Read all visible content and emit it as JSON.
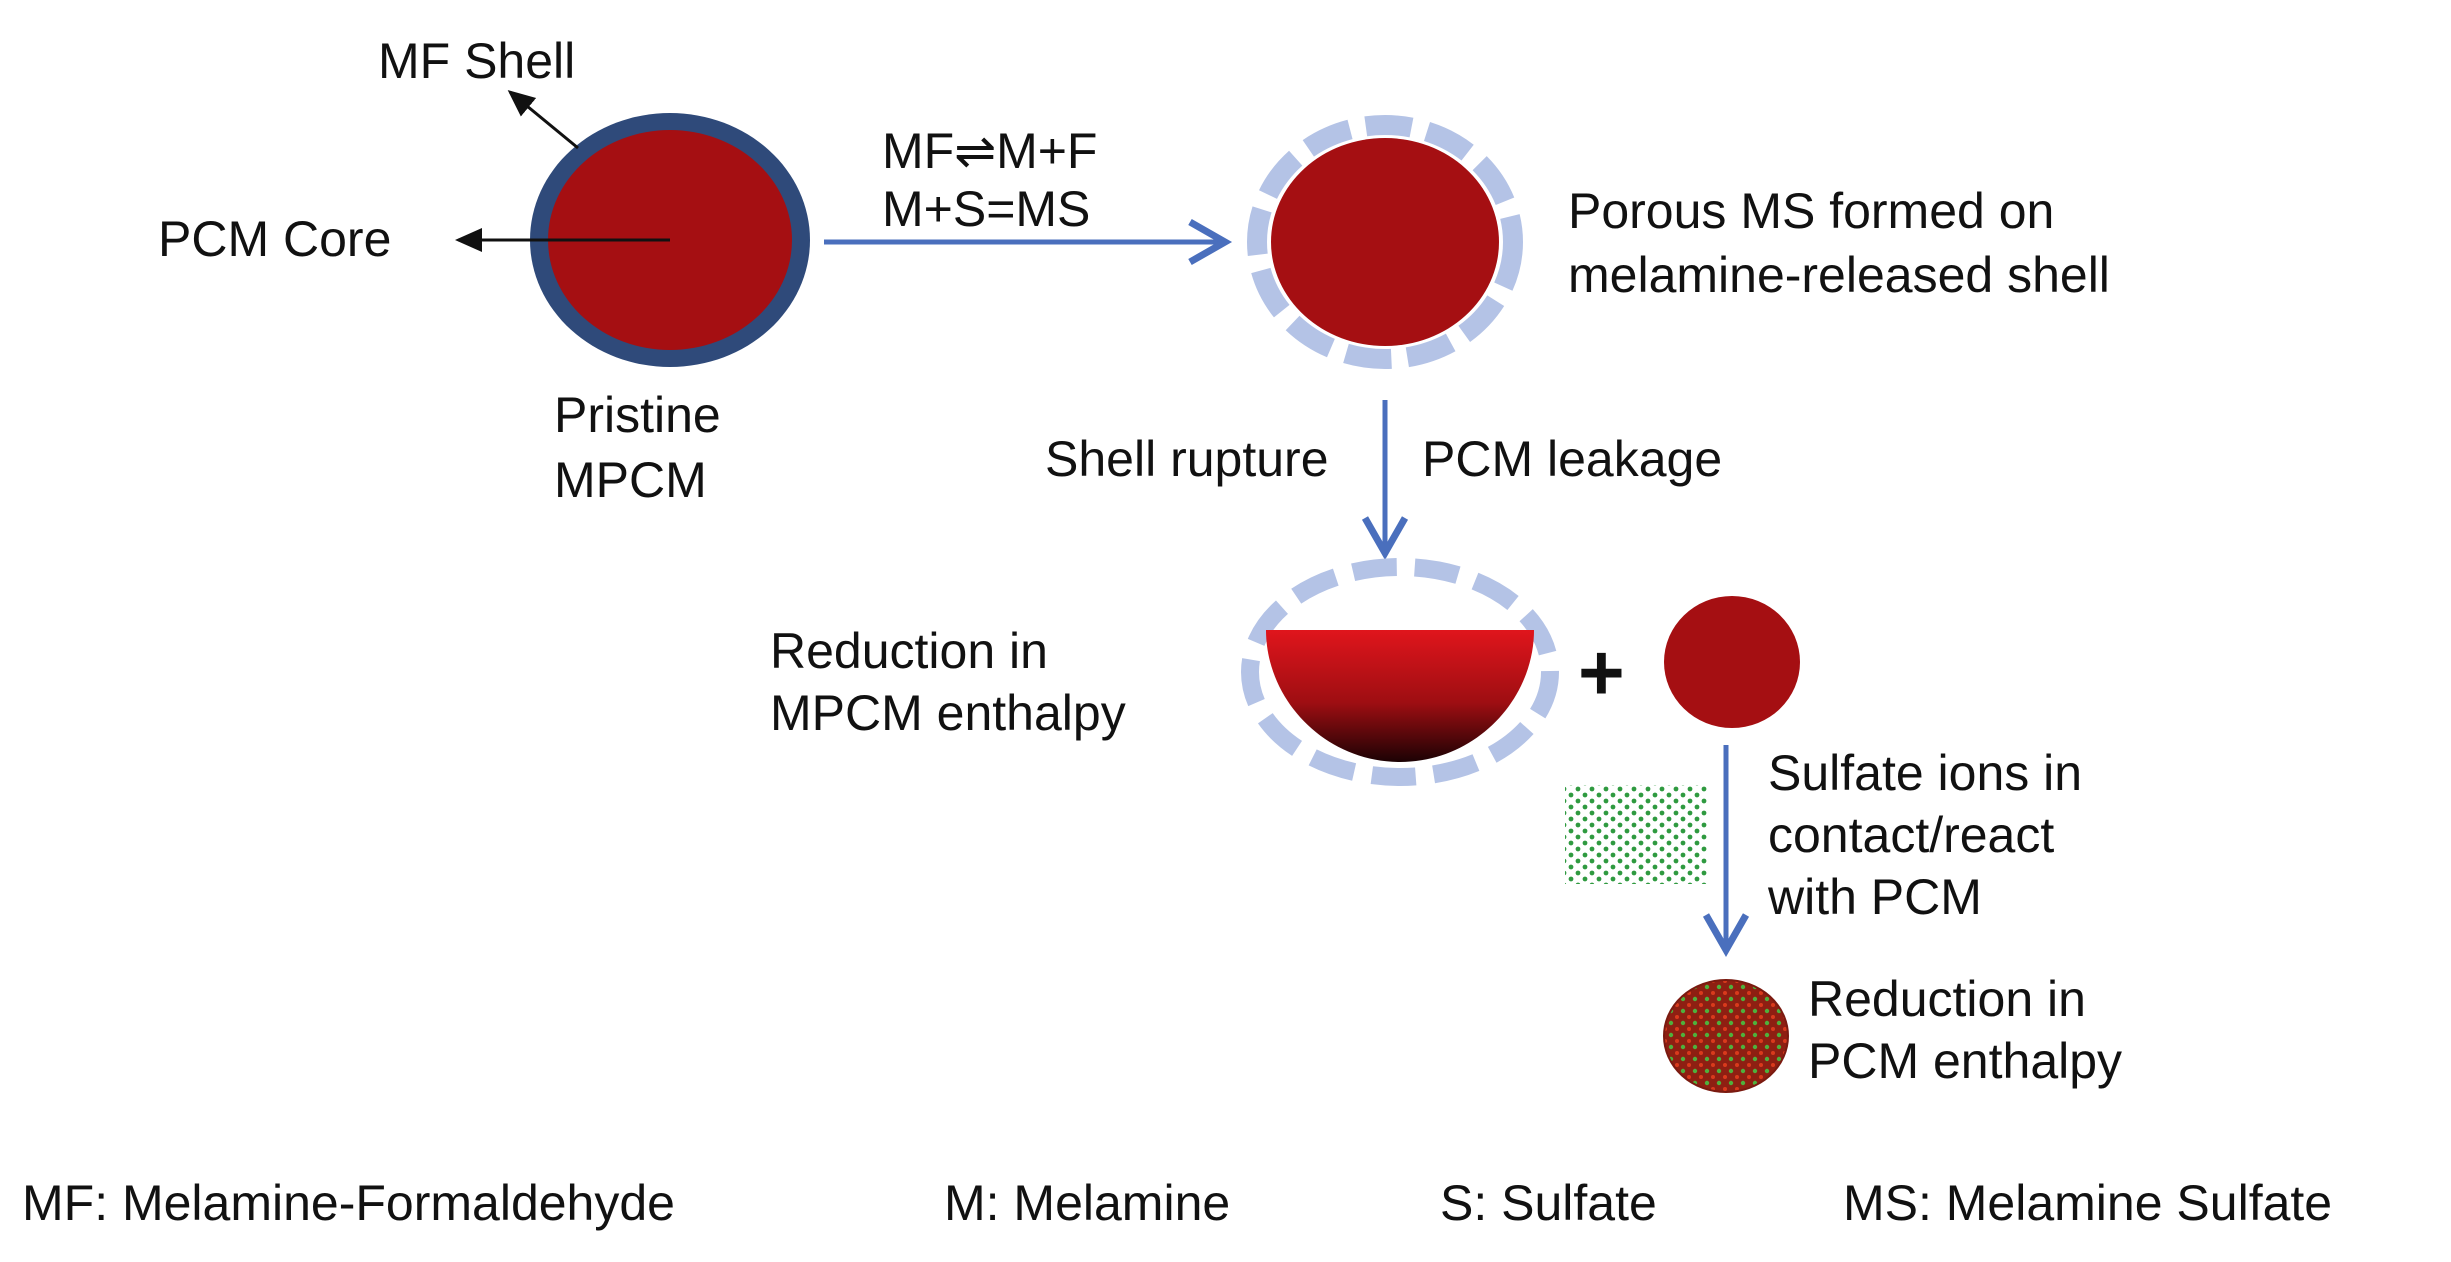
{
  "labels": {
    "mf_shell": "MF Shell",
    "pcm_core": "PCM Core",
    "pristine_line1": "Pristine",
    "pristine_line2": "MPCM",
    "reaction_line1": "MF⇌M+F",
    "reaction_line2": "M+S=MS",
    "porous_line1": "Porous MS formed on",
    "porous_line2": "melamine-released shell",
    "shell_rupture": "Shell rupture",
    "pcm_leakage": "PCM leakage",
    "reduction_mpcm_line1": "Reduction in",
    "reduction_mpcm_line2": "MPCM enthalpy",
    "plus": "+",
    "sulfate_line1": "Sulfate ions in",
    "sulfate_line2": "contact/react",
    "sulfate_line3": "with PCM",
    "reduction_pcm_line1": "Reduction in",
    "reduction_pcm_line2": "PCM enthalpy"
  },
  "legend": [
    "MF: Melamine-Formaldehyde",
    "M: Melamine",
    "S: Sulfate",
    "MS: Melamine Sulfate"
  ],
  "colors": {
    "core": "#a50f12",
    "shell": "#2f4a7a",
    "porous_shell": "#b4c3e6",
    "arrow": "#4a6fbd",
    "sulfate": "#3aa64a"
  }
}
